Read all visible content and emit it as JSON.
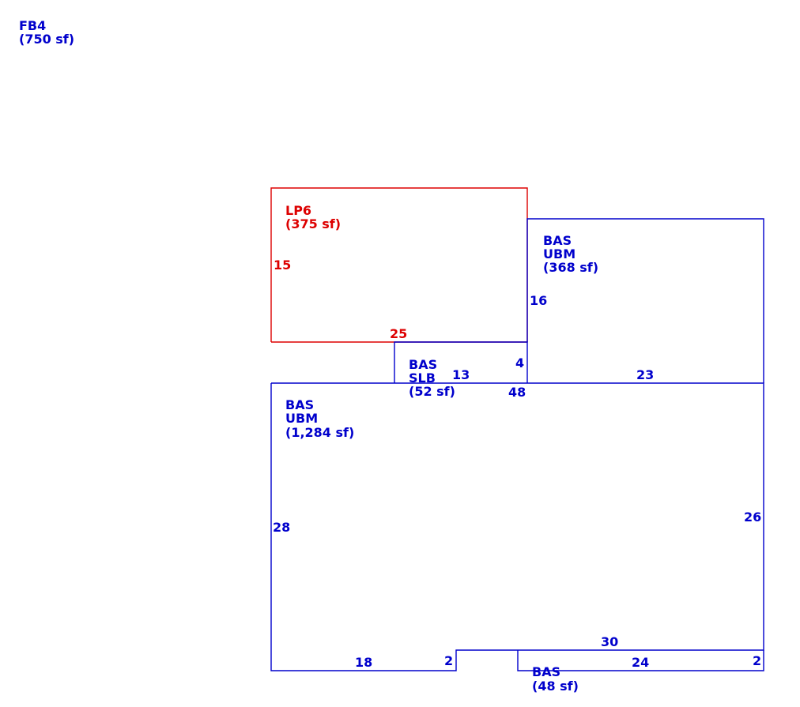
{
  "colors": {
    "blue": "#0000cc",
    "red": "#dd0000"
  },
  "legend": {
    "code": "FB4",
    "area": "(750 sf)"
  },
  "areas": {
    "lp6": {
      "code": "LP6",
      "area": "(375 sf)"
    },
    "bas_upper": {
      "code": "BAS",
      "type": "UBM",
      "area": "(368 sf)"
    },
    "bas_slb": {
      "code": "BAS",
      "type": "SLB",
      "area": "(52 sf)"
    },
    "bas_main": {
      "code": "BAS",
      "type": "UBM",
      "area": "(1,284 sf)"
    },
    "bas_small": {
      "code": "BAS",
      "area": "(48 sf)"
    }
  },
  "dims": {
    "lp6_left": "15",
    "lp6_bottom": "25",
    "upper_left": "16",
    "upper_bottom": "23",
    "slb_right": "4",
    "slb_bottom": "13",
    "main_top": "48",
    "main_left": "28",
    "main_right": "26",
    "main_bottom_left": "18",
    "main_notch_left": "2",
    "main_bottom_right": "30",
    "small_bottom": "24",
    "small_right": "2"
  }
}
